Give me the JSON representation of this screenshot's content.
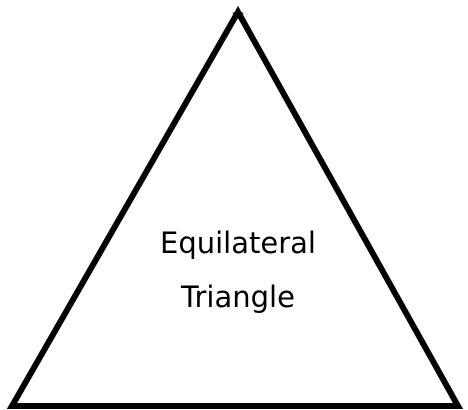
{
  "diagram": {
    "shape": "triangle",
    "label_lines": [
      "Equilateral",
      "Triangle"
    ],
    "stroke_color": "#000000",
    "fill_color": "#ffffff",
    "background_color": "#ffffff"
  }
}
